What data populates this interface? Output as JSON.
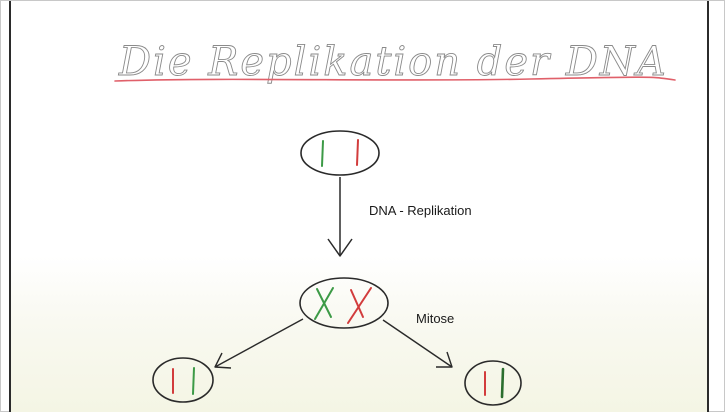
{
  "title": "Die Replikation der DNA",
  "labels": {
    "replication": "DNA - Replikation",
    "mitosis": "Mitose"
  },
  "colors": {
    "strand_green": "#3c9a46",
    "strand_red": "#d23c3c",
    "strand_dark_green": "#2b6e2e",
    "title_underline_red": "#e0606a",
    "outline": "#2a2a2a"
  }
}
